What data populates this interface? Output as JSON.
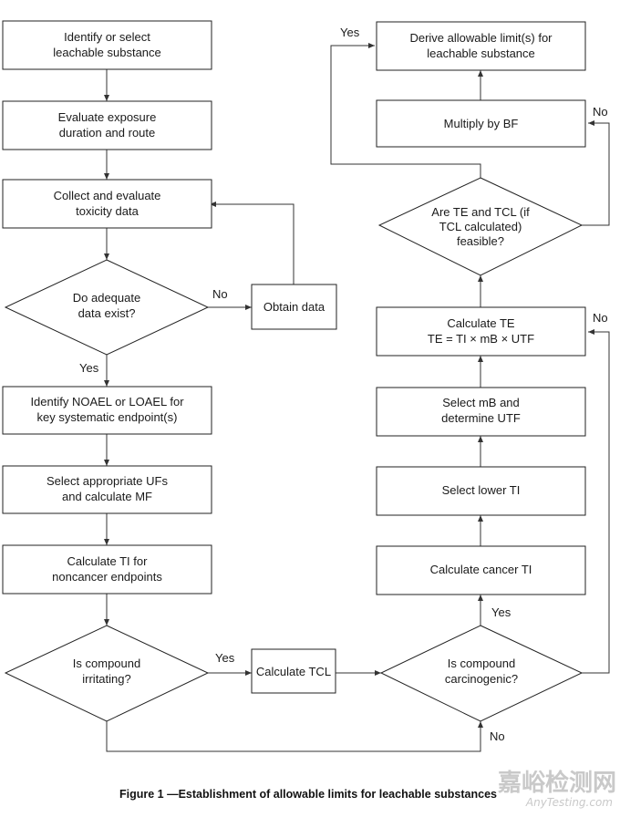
{
  "boxes": {
    "identify_select": [
      "Identify or select",
      "leachable substance"
    ],
    "evaluate_exposure": [
      "Evaluate exposure",
      "duration and route"
    ],
    "collect_toxicity": [
      "Collect and evaluate",
      "toxicity data"
    ],
    "obtain_data": [
      "Obtain data"
    ],
    "identify_noael": [
      "Identify NOAEL or LOAEL for",
      "key systematic endpoint(s)"
    ],
    "select_ufs": [
      "Select appropriate UFs",
      "and calculate MF"
    ],
    "calculate_ti": [
      "Calculate TI for",
      "noncancer endpoints"
    ],
    "calculate_tcl": [
      "Calculate TCL"
    ],
    "calculate_cancer_ti": [
      "Calculate cancer TI"
    ],
    "select_lower_ti": [
      "Select lower TI"
    ],
    "select_mb": [
      "Select mB and",
      "determine UTF"
    ],
    "calculate_te": [
      "Calculate TE",
      "TE = TI × mB × UTF"
    ],
    "multiply_bf": [
      "Multiply by BF"
    ],
    "derive_limits": [
      "Derive allowable limit(s) for",
      "leachable substance"
    ]
  },
  "decisions": {
    "adequate_data": [
      "Do adequate",
      "data exist?"
    ],
    "irritating": [
      "Is compound",
      "irritating?"
    ],
    "carcinogenic": [
      "Is compound",
      "carcinogenic?"
    ],
    "feasible": [
      "Are TE and TCL (if",
      "TCL calculated)",
      "feasible?"
    ]
  },
  "labels": {
    "yes": "Yes",
    "no": "No"
  },
  "caption": "Figure 1 —Establishment of allowable limits for leachable substances",
  "watermark": {
    "cn": "嘉峪检测网",
    "en": "AnyTesting.com"
  }
}
